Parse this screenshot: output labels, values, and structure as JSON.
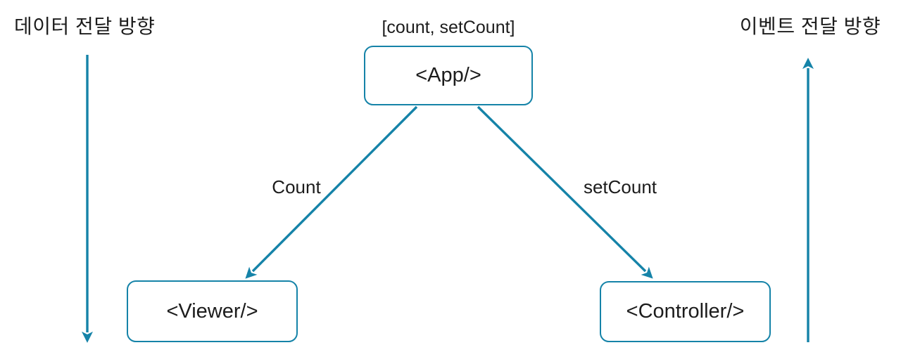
{
  "diagram": {
    "left_flow_label": "데이터 전달 방향",
    "right_flow_label": "이벤트 전달 방향",
    "state_label": "[count, setCount]",
    "nodes": {
      "app": "<App/>",
      "viewer": "<Viewer/>",
      "controller": "<Controller/>"
    },
    "edges": {
      "count_label": "Count",
      "setcount_label": "setCount"
    },
    "colors": {
      "accent": "#1583a8",
      "text": "#1c1c1c"
    }
  }
}
